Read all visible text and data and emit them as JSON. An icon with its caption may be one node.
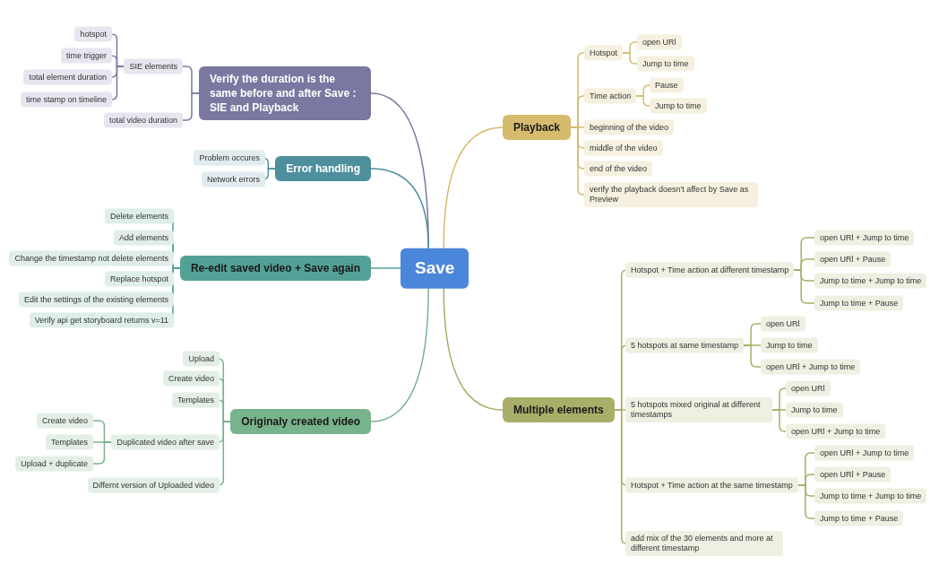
{
  "diagram": {
    "nodes": [
      {
        "text": [
          "Save"
        ]
      },
      {
        "text": [
          "Verify the duration is the same before and after Save : SIE and Playback"
        ]
      },
      {
        "text": [
          "SIE elements"
        ]
      },
      {
        "text": [
          "hotspot"
        ]
      },
      {
        "text": [
          "time trigger"
        ]
      },
      {
        "text": [
          "total element duration"
        ]
      },
      {
        "text": [
          "time stamp on timeline"
        ]
      },
      {
        "text": [
          "total video duration"
        ]
      },
      {
        "text": [
          "Error handling"
        ]
      },
      {
        "text": [
          "Problem occures"
        ]
      },
      {
        "text": [
          "Network errors"
        ]
      },
      {
        "text": [
          "Re-edit saved video + Save again"
        ]
      },
      {
        "text": [
          "Delete elements"
        ]
      },
      {
        "text": [
          "Add elements"
        ]
      },
      {
        "text": [
          "Change the timestamp not delete elements"
        ]
      },
      {
        "text": [
          "Replace hotspot"
        ]
      },
      {
        "text": [
          "Edit the settings of the existing elements"
        ]
      },
      {
        "text": [
          "Verify api get storyboard returns v=11"
        ]
      },
      {
        "text": [
          "Originaly created video"
        ]
      },
      {
        "text": [
          "Upload"
        ]
      },
      {
        "text": [
          "Create video"
        ]
      },
      {
        "text": [
          "Templates"
        ]
      },
      {
        "text": [
          "Duplicated video after save"
        ]
      },
      {
        "text": [
          "Create video"
        ]
      },
      {
        "text": [
          "Templates"
        ]
      },
      {
        "text": [
          "Upload + duplicate"
        ]
      },
      {
        "text": [
          "Differnt version of Uploaded video"
        ]
      },
      {
        "text": [
          "Playback"
        ]
      },
      {
        "text": [
          "Hotspot"
        ]
      },
      {
        "text": [
          "open URl"
        ]
      },
      {
        "text": [
          "Jump to time"
        ]
      },
      {
        "text": [
          "Time action"
        ]
      },
      {
        "text": [
          "Pause"
        ]
      },
      {
        "text": [
          "Jump to time"
        ]
      },
      {
        "text": [
          "beginning of the video"
        ]
      },
      {
        "text": [
          "middle of the video"
        ]
      },
      {
        "text": [
          "end of the video"
        ]
      },
      {
        "text": [
          "verify the playback doesn't affect by Save as Preview"
        ]
      },
      {
        "text": [
          "Multiple elements"
        ]
      },
      {
        "text": [
          "Hotspot + Time action at different timestamp"
        ]
      },
      {
        "text": [
          "open URl + Jump to time"
        ]
      },
      {
        "text": [
          "open URl + Pause"
        ]
      },
      {
        "text": [
          "Jump to time + Jump to time"
        ]
      },
      {
        "text": [
          "Jump to time + Pause"
        ]
      },
      {
        "text": [
          "5 hotspots at same timestamp"
        ]
      },
      {
        "text": [
          "open URl"
        ]
      },
      {
        "text": [
          "Jump to time"
        ]
      },
      {
        "text": [
          "open URl + Jump to time"
        ]
      },
      {
        "text": [
          "5 hotspots mixed original at different timestamps"
        ]
      },
      {
        "text": [
          "open URl"
        ]
      },
      {
        "text": [
          "Jump to time"
        ]
      },
      {
        "text": [
          "open URl + Jump to time"
        ]
      },
      {
        "text": [
          "Hotspot + Time action at the same timestamp"
        ]
      },
      {
        "text": [
          "open URl + Jump to time"
        ]
      },
      {
        "text": [
          "open URl + Pause"
        ]
      },
      {
        "text": [
          "Jump to time + Jump to time"
        ]
      },
      {
        "text": [
          "Jump to time + Pause"
        ]
      },
      {
        "text": [
          "add mix of the 30 elements and more at different timestamp"
        ]
      }
    ],
    "edges": [
      {
        "from": 0,
        "to": 1,
        "arrow": "none",
        "color": "#7a77a1"
      },
      {
        "from": 1,
        "to": 2,
        "arrow": "none",
        "color": "#7a77a1"
      },
      {
        "from": 2,
        "to": 3,
        "arrow": "none",
        "color": "#7a77a1"
      },
      {
        "from": 2,
        "to": 4,
        "arrow": "none",
        "color": "#7a77a1"
      },
      {
        "from": 2,
        "to": 5,
        "arrow": "none",
        "color": "#7a77a1"
      },
      {
        "from": 2,
        "to": 6,
        "arrow": "none",
        "color": "#7a77a1"
      },
      {
        "from": 1,
        "to": 7,
        "arrow": "none",
        "color": "#7a77a1"
      },
      {
        "from": 0,
        "to": 8,
        "arrow": "none",
        "color": "#4e8f9e"
      },
      {
        "from": 8,
        "to": 9,
        "arrow": "none",
        "color": "#4e8f9e"
      },
      {
        "from": 8,
        "to": 10,
        "arrow": "none",
        "color": "#4e8f9e"
      },
      {
        "from": 0,
        "to": 11,
        "arrow": "none",
        "color": "#52a196"
      },
      {
        "from": 11,
        "to": 12,
        "arrow": "none",
        "color": "#52a196"
      },
      {
        "from": 11,
        "to": 13,
        "arrow": "none",
        "color": "#52a196"
      },
      {
        "from": 11,
        "to": 14,
        "arrow": "none",
        "color": "#52a196"
      },
      {
        "from": 11,
        "to": 15,
        "arrow": "none",
        "color": "#52a196"
      },
      {
        "from": 11,
        "to": 16,
        "arrow": "none",
        "color": "#52a196"
      },
      {
        "from": 11,
        "to": 17,
        "arrow": "none",
        "color": "#52a196"
      },
      {
        "from": 0,
        "to": 18,
        "arrow": "none",
        "color": "#77b38c"
      },
      {
        "from": 18,
        "to": 19,
        "arrow": "none",
        "color": "#77b38c"
      },
      {
        "from": 18,
        "to": 20,
        "arrow": "none",
        "color": "#77b38c"
      },
      {
        "from": 18,
        "to": 21,
        "arrow": "none",
        "color": "#77b38c"
      },
      {
        "from": 18,
        "to": 22,
        "arrow": "none",
        "color": "#77b38c"
      },
      {
        "from": 22,
        "to": 23,
        "arrow": "none",
        "color": "#77b38c"
      },
      {
        "from": 22,
        "to": 24,
        "arrow": "none",
        "color": "#77b38c"
      },
      {
        "from": 22,
        "to": 25,
        "arrow": "none",
        "color": "#77b38c"
      },
      {
        "from": 18,
        "to": 26,
        "arrow": "none",
        "color": "#77b38c"
      },
      {
        "from": 0,
        "to": 27,
        "arrow": "none",
        "color": "#d5bb6b"
      },
      {
        "from": 27,
        "to": 28,
        "arrow": "none",
        "color": "#d5bb6b"
      },
      {
        "from": 28,
        "to": 29,
        "arrow": "none",
        "color": "#d5bb6b"
      },
      {
        "from": 28,
        "to": 30,
        "arrow": "none",
        "color": "#d5bb6b"
      },
      {
        "from": 27,
        "to": 31,
        "arrow": "none",
        "color": "#d5bb6b"
      },
      {
        "from": 31,
        "to": 32,
        "arrow": "none",
        "color": "#d5bb6b"
      },
      {
        "from": 31,
        "to": 33,
        "arrow": "none",
        "color": "#d5bb6b"
      },
      {
        "from": 27,
        "to": 34,
        "arrow": "none",
        "color": "#d5bb6b"
      },
      {
        "from": 27,
        "to": 35,
        "arrow": "none",
        "color": "#d5bb6b"
      },
      {
        "from": 27,
        "to": 36,
        "arrow": "none",
        "color": "#d5bb6b"
      },
      {
        "from": 27,
        "to": 37,
        "arrow": "none",
        "color": "#d5bb6b"
      },
      {
        "from": 0,
        "to": 38,
        "arrow": "none"
      },
      {
        "from": 38,
        "to": 39,
        "arrow": "none"
      },
      {
        "from": 39,
        "to": 40,
        "arrow": "none"
      },
      {
        "from": 39,
        "to": 41,
        "arrow": "none"
      },
      {
        "from": 39,
        "to": 42,
        "arrow": "none"
      },
      {
        "from": 39,
        "to": 43,
        "arrow": "none"
      },
      {
        "from": 38,
        "to": 44,
        "arrow": "none"
      },
      {
        "from": 44,
        "to": 45,
        "arrow": "none"
      },
      {
        "from": 44,
        "to": 46,
        "arrow": "none"
      },
      {
        "from": 44,
        "to": 47,
        "arrow": "none"
      },
      {
        "from": 38,
        "to": 48,
        "arrow": "none"
      },
      {
        "from": 48,
        "to": 49,
        "arrow": "none"
      },
      {
        "from": 48,
        "to": 50,
        "arrow": "none"
      },
      {
        "from": 48,
        "to": 51,
        "arrow": "none"
      },
      {
        "from": 38,
        "to": 52,
        "arrow": "none"
      },
      {
        "from": 52,
        "to": 53,
        "arrow": "none"
      },
      {
        "from": 52,
        "to": 54,
        "arrow": "none"
      },
      {
        "from": 52,
        "to": 55,
        "arrow": "none"
      },
      {
        "from": 52,
        "to": 56,
        "arrow": "none"
      },
      {
        "from": 38,
        "to": 57,
        "arrow": "none"
      }
    ]
  }
}
